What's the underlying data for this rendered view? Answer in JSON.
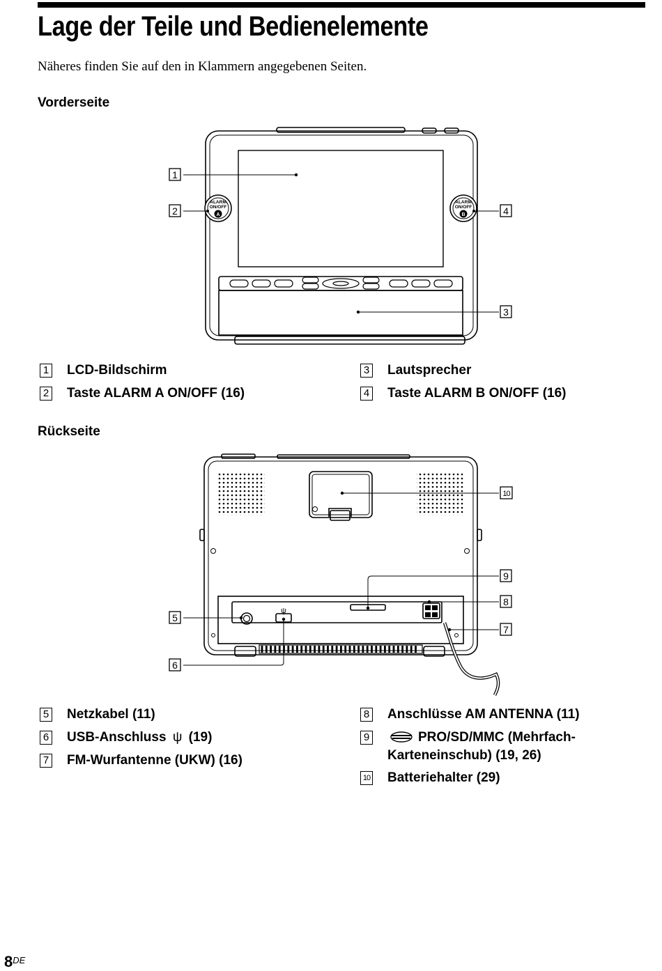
{
  "page": {
    "title": "Lage der Teile und Bedienelemente",
    "intro": "Näheres finden Sie auf den in Klammern angegebenen Seiten.",
    "page_number": "8",
    "page_suffix": "DE"
  },
  "front": {
    "heading": "Vorderseite",
    "alarm_a_text": "ALARM",
    "alarm_a_text2": "ON/OFF",
    "alarm_a_letter": "A",
    "alarm_b_text": "ALARM",
    "alarm_b_text2": "ON/OFF",
    "alarm_b_letter": "B",
    "callouts": [
      "1",
      "2",
      "3",
      "4"
    ],
    "items": [
      {
        "num": "1",
        "label": "LCD-Bildschirm"
      },
      {
        "num": "2",
        "label": "Taste ALARM A ON/OFF (16)"
      },
      {
        "num": "3",
        "label": "Lautsprecher"
      },
      {
        "num": "4",
        "label": "Taste ALARM B ON/OFF (16)"
      }
    ]
  },
  "rear": {
    "heading": "Rückseite",
    "usb_glyph": "ψ",
    "callouts": [
      "10",
      "9",
      "8",
      "5",
      "7",
      "6"
    ],
    "items": [
      {
        "num": "5",
        "label": "Netzkabel (11)"
      },
      {
        "num": "6",
        "label": "USB-Anschluss",
        "symbol": "ψ",
        "suffix": "(19)"
      },
      {
        "num": "7",
        "label": "FM-Wurfantenne (UKW) (16)"
      },
      {
        "num": "8",
        "label": "Anschlüsse AM ANTENNA (11)"
      },
      {
        "num": "9",
        "label": "PRO/SD/MMC (Mehrfach-Karteneinschub) (19, 26)",
        "icon": "memory-card-icon"
      },
      {
        "num": "10",
        "label": "Batteriehalter (29)"
      }
    ]
  }
}
